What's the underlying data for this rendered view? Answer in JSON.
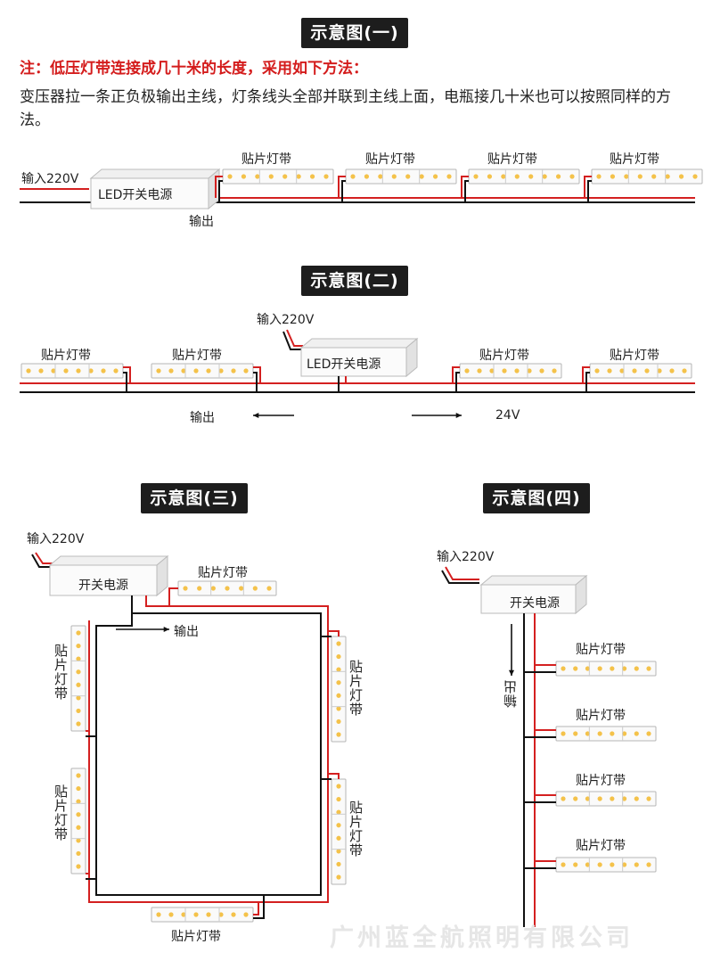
{
  "titles": [
    "示意图(一)",
    "示意图(二)",
    "示意图(三)",
    "示意图(四)"
  ],
  "note_red": "注：低压灯带连接成几十米的长度，采用如下方法：",
  "note_body": "变压器拉一条正负极输出主线，灯条线头全部并联到主线上面，电瓶接几十米也可以按照同样的方法。",
  "labels": {
    "input": "输入220V",
    "psu_led": "LED开关电源",
    "psu": "开关电源",
    "strip": "贴片灯带",
    "output": "输出",
    "voltage": "24V"
  },
  "watermark": "广州蓝全航照明有限公司",
  "colors": {
    "wire_red": "#d42020",
    "wire_black": "#111111",
    "led": "#f4c24a"
  }
}
